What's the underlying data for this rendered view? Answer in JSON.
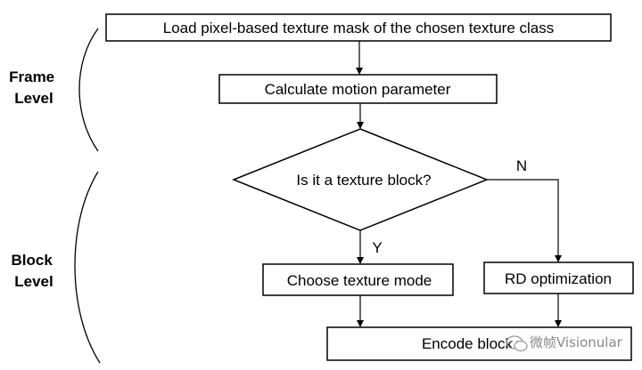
{
  "diagram": {
    "levels": {
      "frame": {
        "line1": "Frame",
        "line2": "Level"
      },
      "block": {
        "line1": "Block",
        "line2": "Level"
      }
    },
    "nodes": {
      "load_mask": "Load pixel-based texture mask of the chosen texture class",
      "calc_motion": "Calculate motion parameter",
      "decision": "Is it a texture block?",
      "choose_mode": "Choose texture mode",
      "rd_opt": "RD optimization",
      "encode": "Encode block"
    },
    "edge_labels": {
      "yes": "Y",
      "no": "N"
    },
    "watermark": {
      "text": "微帧Visionular",
      "icon": "wechat-bubble-icon"
    },
    "colors": {
      "stroke": "#000000",
      "background": "#ffffff",
      "watermark": "#888888"
    }
  }
}
